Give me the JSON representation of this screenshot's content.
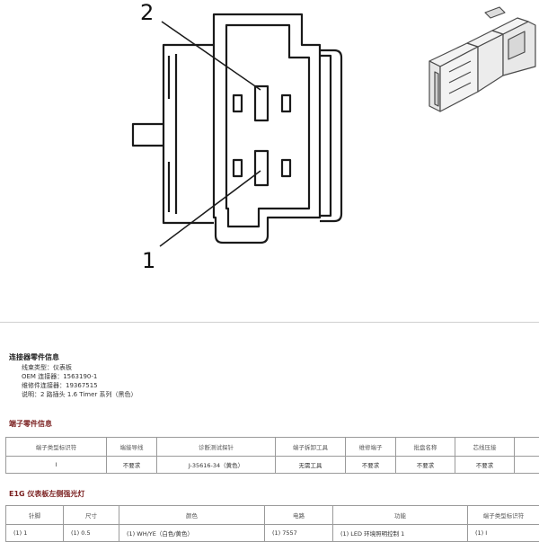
{
  "callouts": {
    "label_2": "2",
    "label_1": "1"
  },
  "connector_info": {
    "title": "连接器零件信息",
    "lines": [
      "线束类型：仪表板",
      "OEM 连接器：1563190-1",
      "维修件连接器：19367515",
      "说明：2 路插头 1.6 Timer 系列（黑色）"
    ]
  },
  "terminal_info": {
    "title": "端子零件信息",
    "headers": [
      "端子类型标识符",
      "端接导线",
      "诊断测试探针",
      "端子拆卸工具",
      "维修端子",
      "批盘名称",
      "芯线压接",
      ""
    ],
    "row": [
      "I",
      "不要求",
      "J-35616-34（黄色）",
      "无需工具",
      "不要求",
      "不要求",
      "不要求",
      ""
    ]
  },
  "pinout": {
    "title": "E1G 仪表板左侧强光灯",
    "headers": [
      "针脚",
      "尺寸",
      "颜色",
      "电路",
      "功能",
      "端子类型标识符"
    ],
    "row": [
      "(1) 1",
      "(1) 0.5",
      "(1) WH/YE（白色/黄色）",
      "(1) 7557",
      "(1) LED 环境照明控制 1",
      "(1) I"
    ]
  }
}
